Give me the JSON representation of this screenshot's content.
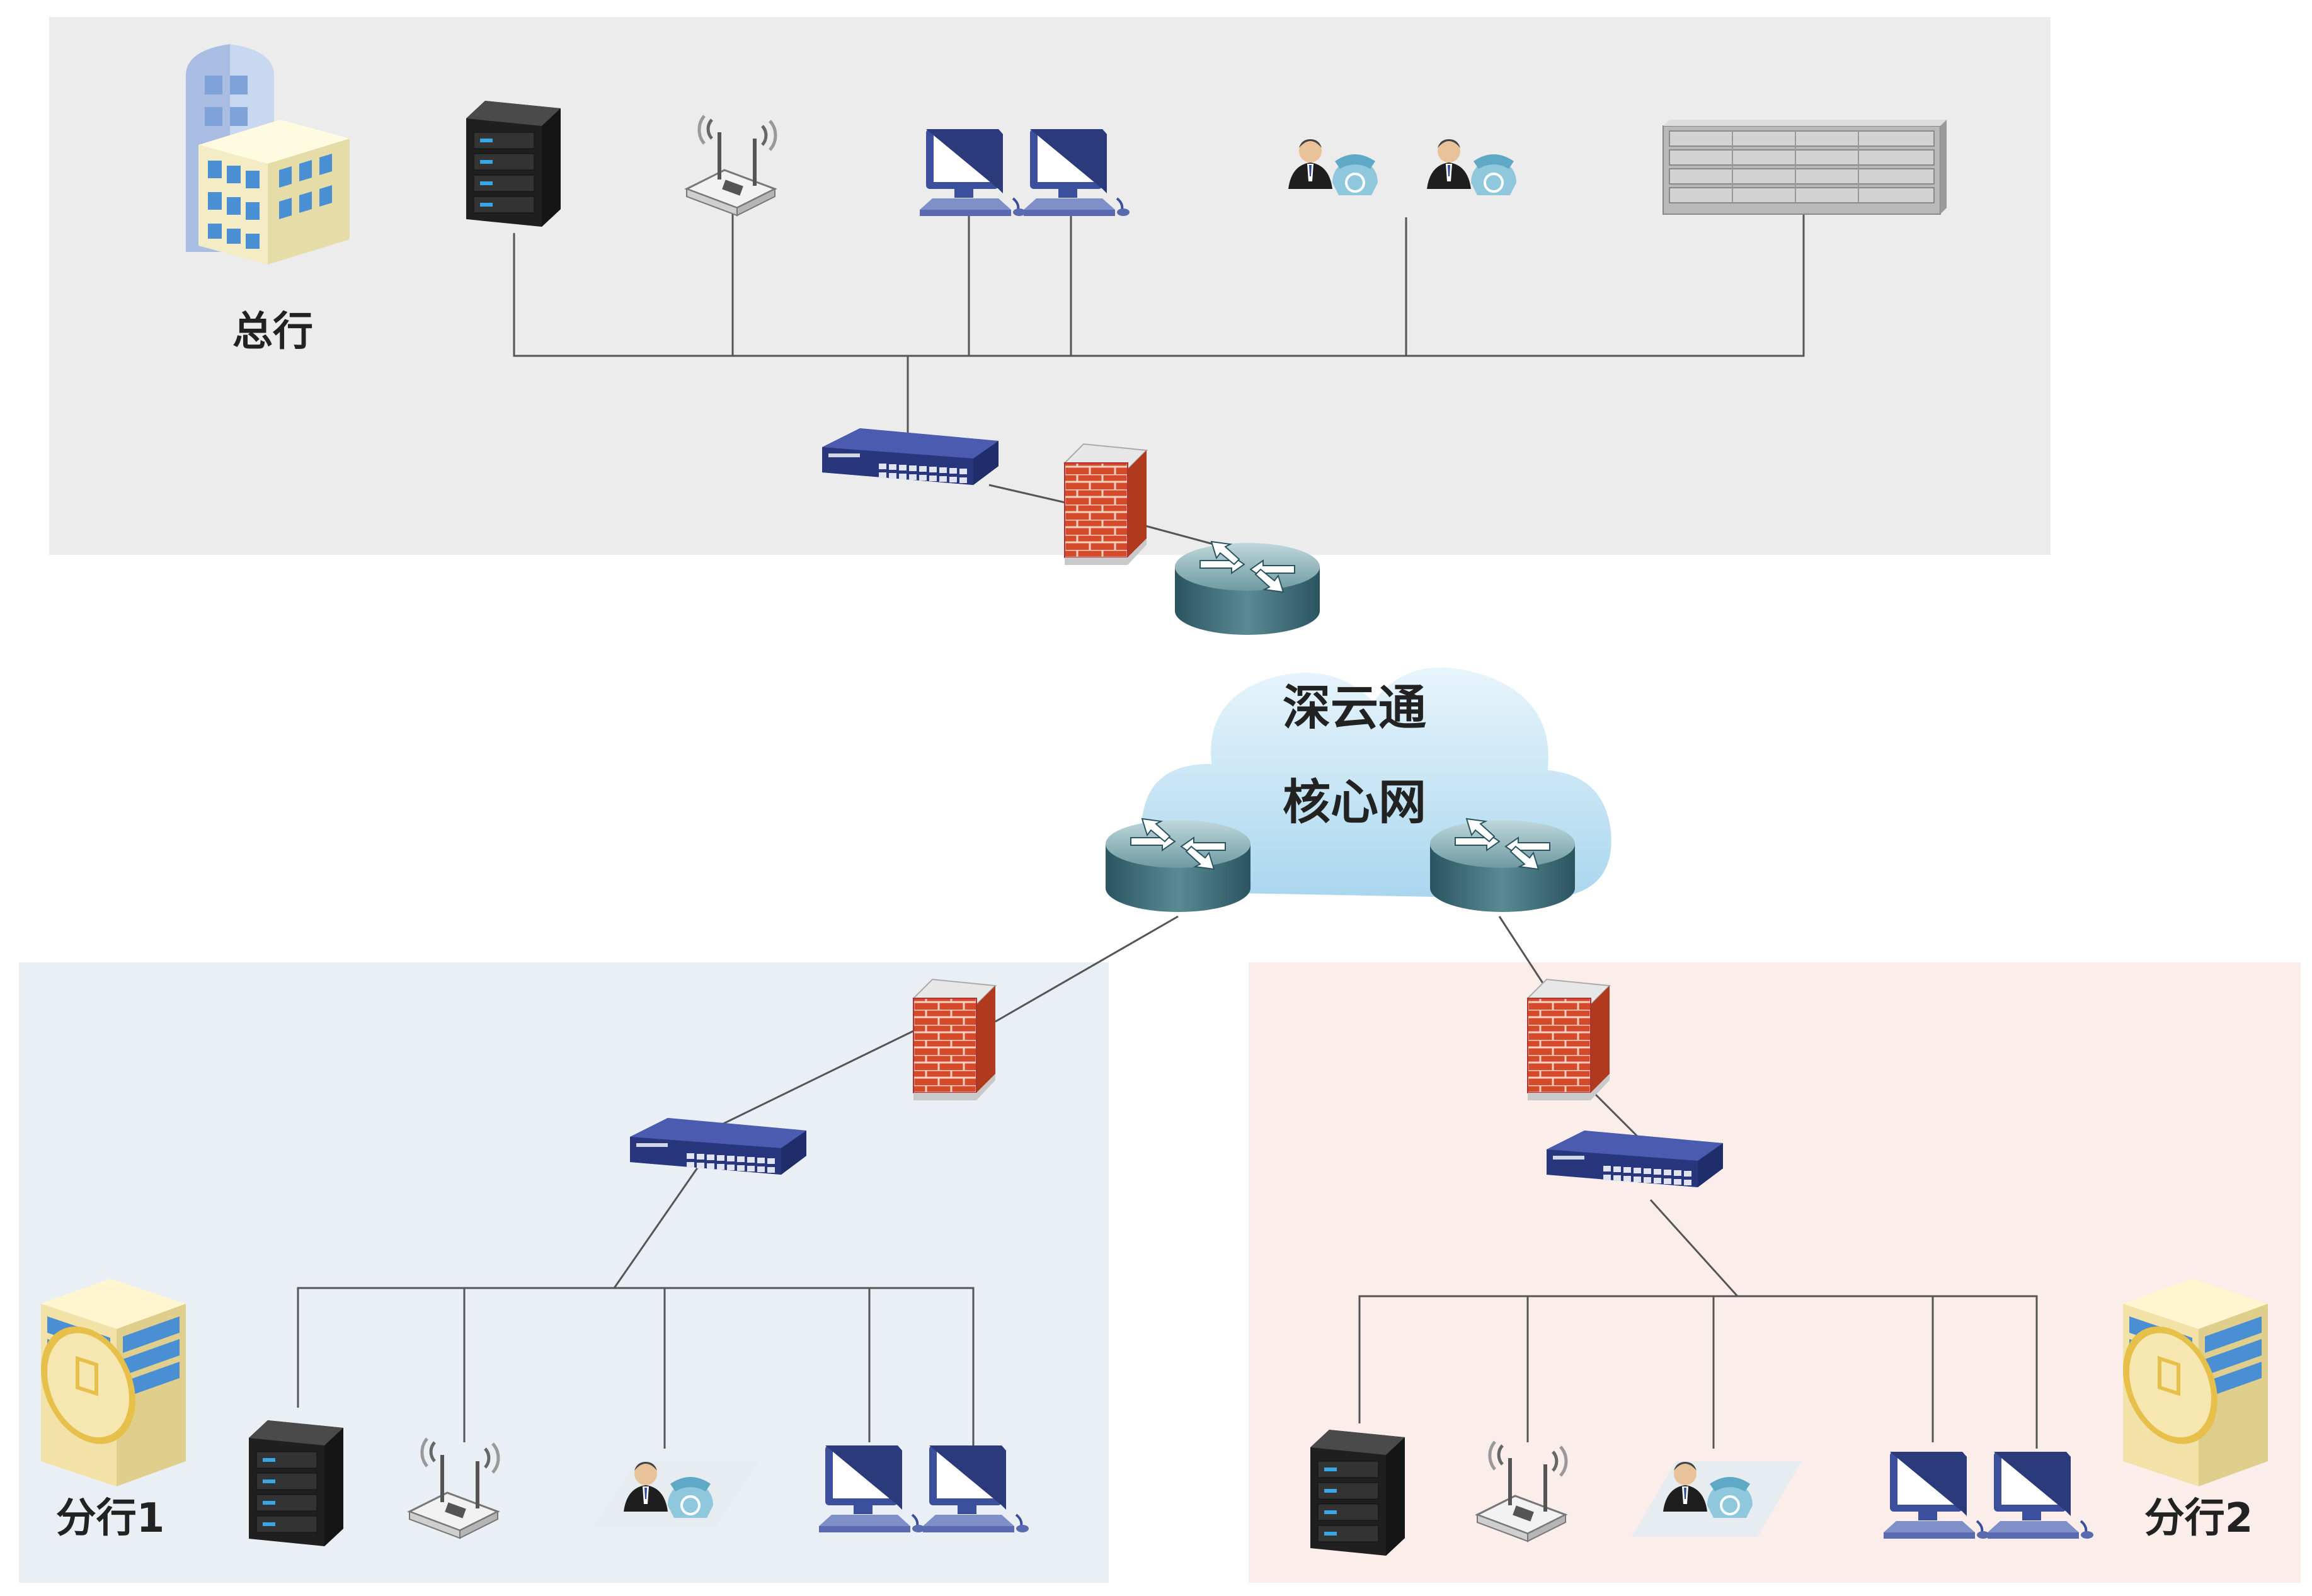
{
  "labels": {
    "headquarters": "总行",
    "branch1": "分行1",
    "branch2": "分行2",
    "core_line1": "深云通",
    "core_line2": "核心网"
  },
  "colors": {
    "hq_zone": "#ececec",
    "branch1_zone": "#e9eff4",
    "branch2_zone": "#fbeeea",
    "cloud": "#c9e6f5",
    "router": "#3f7580",
    "switch": "#2e3f8f",
    "firewall": "#d54a2a",
    "server": "#2b2b2b",
    "pc": "#3b4f9c"
  },
  "icons": [
    "building-icon",
    "server-icon",
    "wifi-ap-icon",
    "pc-icon",
    "ip-phone-icon",
    "storage-array-icon",
    "switch-icon",
    "firewall-icon",
    "router-icon",
    "cloud-icon"
  ]
}
